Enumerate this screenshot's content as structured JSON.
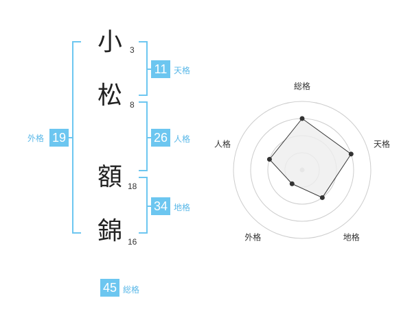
{
  "name": {
    "chars": [
      {
        "char": "小",
        "strokes": "3"
      },
      {
        "char": "松",
        "strokes": "8"
      },
      {
        "char": "額",
        "strokes": "18"
      },
      {
        "char": "錦",
        "strokes": "16"
      }
    ]
  },
  "kaku": {
    "tenkaku": {
      "value": "11",
      "label": "天格"
    },
    "jinkaku": {
      "value": "26",
      "label": "人格"
    },
    "chikaku": {
      "value": "34",
      "label": "地格"
    },
    "gaikaku": {
      "value": "19",
      "label": "外格"
    },
    "soukaku": {
      "value": "45",
      "label": "総格"
    }
  },
  "colors": {
    "accent": "#6cc6f0",
    "bracket": "#6cc6f0",
    "radar_fill": "#eeeeee",
    "radar_line": "#333333",
    "grid": "#cccccc"
  },
  "chart_data": {
    "type": "radar",
    "axes": [
      "総格",
      "天格",
      "地格",
      "外格",
      "人格"
    ],
    "rings": 4,
    "range": [
      0,
      4
    ],
    "values": [
      3,
      3,
      2,
      1,
      2
    ]
  }
}
